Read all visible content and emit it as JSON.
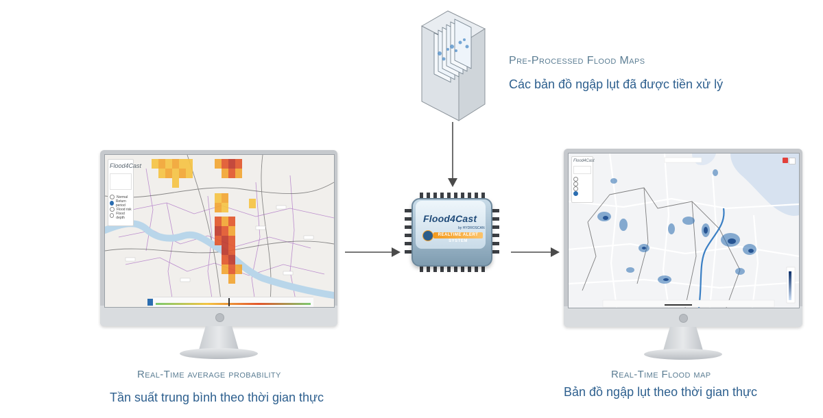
{
  "top_block": {
    "title": "Pre-Processed Flood Maps",
    "subtitle": "Các bản đồ ngập lụt đã được tiền xử lý"
  },
  "left_block": {
    "title": "Real-Time average probability",
    "subtitle": "Tần suất trung bình theo thời gian thực",
    "app_logo": "Flood4Cast",
    "radio_options": [
      "Normal",
      "Return period",
      "Flood risk",
      "Flood depth"
    ],
    "selected_option": "Return period"
  },
  "right_block": {
    "title": "Real-Time Flood map",
    "subtitle": "Bản đồ ngập lụt theo thời gian thực",
    "app_logo": "Flood4Cast"
  },
  "chip": {
    "name": "Flood4Cast",
    "by_line": "by HYDROSCAN",
    "strip_label": "REALTIME ALERT SYSTEM"
  },
  "colors": {
    "caption_en": "#5b7d93",
    "caption_vn": "#2d5f8e",
    "heat_high": "#c0392b",
    "heat_low": "#f6c343",
    "flood_blue": "#2b6db0",
    "chip_orange": "#f39a1e"
  },
  "icons": {
    "server": "server-stack-icon",
    "chip": "processor-chip-icon",
    "arrow": "arrow-icon"
  }
}
